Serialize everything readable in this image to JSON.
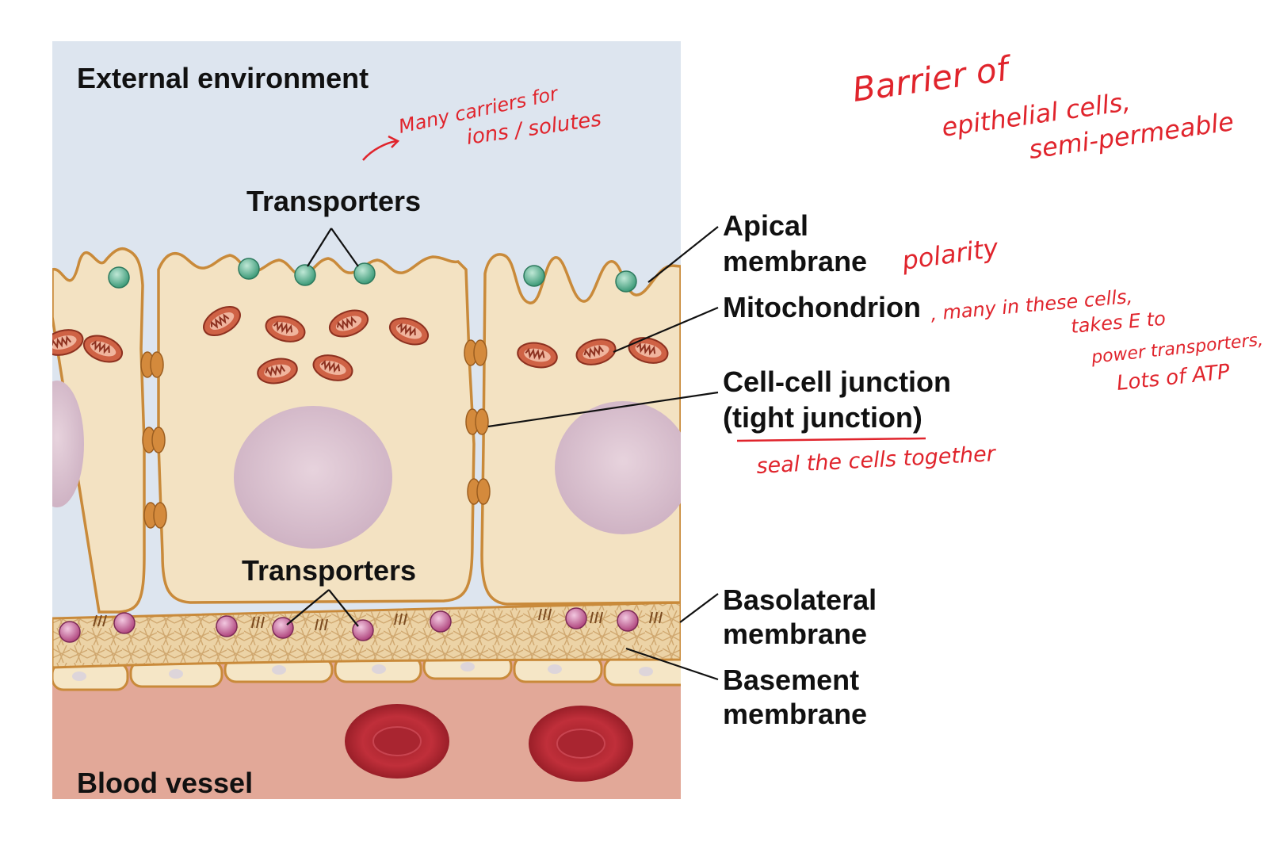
{
  "labels": {
    "external": "External environment",
    "transporters_top": "Transporters",
    "transporters_bottom": "Transporters",
    "blood": "Blood vessel",
    "apical_1": "Apical",
    "apical_2": "membrane",
    "mito": "Mitochondrion",
    "junction_1": "Cell-cell junction",
    "junction_2": "(tight junction)",
    "baso_1": "Basolateral",
    "baso_2": "membrane",
    "basement_1": "Basement",
    "basement_2": "membrane"
  },
  "notes": {
    "carriers_1": "Many carriers for",
    "carriers_2": "ions / solutes",
    "title_1": "Barrier of",
    "title_2": "epithelial cells,",
    "title_3": "semi-permeable",
    "polarity": "polarity",
    "mito_1": ", many in these cells,",
    "mito_2": "takes E to",
    "mito_3": "power transporters,",
    "mito_4": "Lots of ATP",
    "seal": "seal the cells together"
  },
  "colors": {
    "external_bg": "#dde5ef",
    "cytoplasm": "#f3e2c2",
    "membrane": "#c98a3a",
    "transporter_apical": "#5bb596",
    "transporter_basal": "#c8609a",
    "mitochondrion": "#c95a3e",
    "nucleus": "#d9c1cf",
    "blood_bg": "#e2a898",
    "red_blood_cell": "#b82a34",
    "annotation": "#e0242c"
  }
}
